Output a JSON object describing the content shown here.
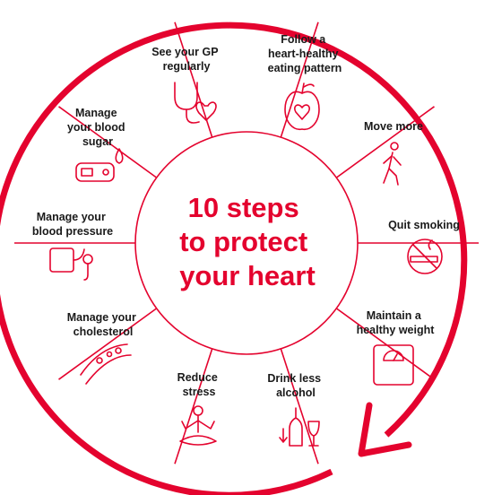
{
  "colors": {
    "accent": "#e4032e",
    "text": "#1a1a1a",
    "background": "#ffffff"
  },
  "center": {
    "lines": [
      "10 steps",
      "to protect",
      "your heart"
    ]
  },
  "steps": [
    {
      "lines": [
        "See your GP",
        "regularly"
      ],
      "icon": "stethoscope-icon"
    },
    {
      "lines": [
        "Follow a",
        "heart-healthy",
        "eating pattern"
      ],
      "icon": "apple-heart-icon"
    },
    {
      "lines": [
        "Move more"
      ],
      "icon": "walking-person-icon"
    },
    {
      "lines": [
        "Quit smoking"
      ],
      "icon": "no-smoking-icon"
    },
    {
      "lines": [
        "Maintain a",
        "healthy weight"
      ],
      "icon": "bathroom-scale-icon"
    },
    {
      "lines": [
        "Drink less",
        "alcohol"
      ],
      "icon": "wine-bottle-glass-icon"
    },
    {
      "lines": [
        "Reduce",
        "stress"
      ],
      "icon": "meditation-person-icon"
    },
    {
      "lines": [
        "Manage your",
        "cholesterol"
      ],
      "icon": "artery-plaque-icon"
    },
    {
      "lines": [
        "Manage your",
        "blood pressure"
      ],
      "icon": "blood-pressure-cuff-icon"
    },
    {
      "lines": [
        "Manage",
        "your blood",
        "sugar"
      ],
      "icon": "glucose-meter-icon"
    }
  ]
}
